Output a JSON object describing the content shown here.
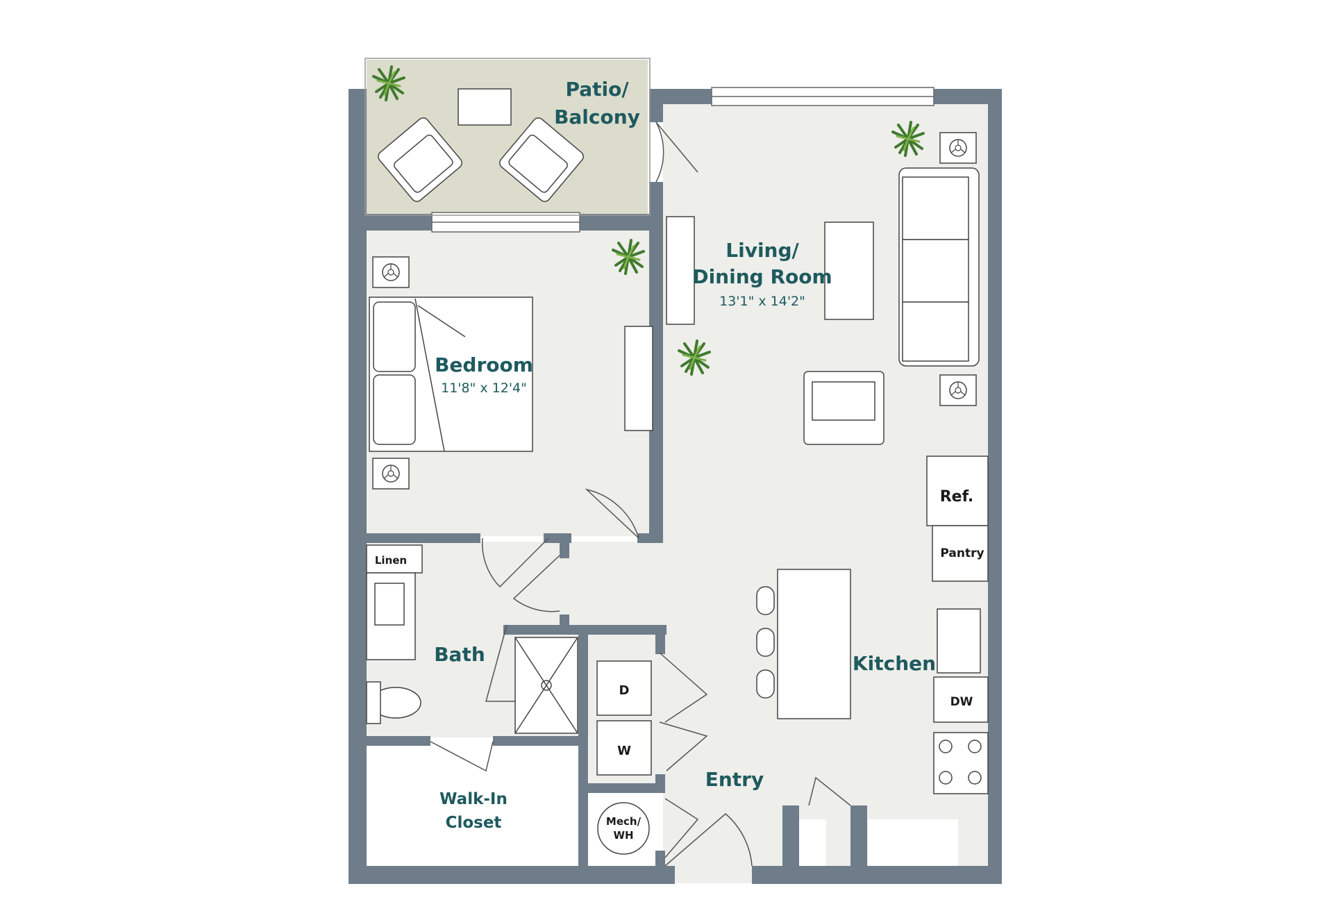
{
  "rooms": {
    "patio": {
      "line1": "Patio/",
      "line2": "Balcony"
    },
    "living": {
      "line1": "Living/",
      "line2": "Dining Room",
      "dims": "13'1\" x 14'2\""
    },
    "bedroom": {
      "name": "Bedroom",
      "dims": "11'8\" x 12'4\""
    },
    "bath": {
      "name": "Bath"
    },
    "kitchen": {
      "name": "Kitchen"
    },
    "entry": {
      "name": "Entry"
    },
    "closet": {
      "line1": "Walk-In",
      "line2": "Closet"
    }
  },
  "fixtures": {
    "linen": "Linen",
    "ref": "Ref.",
    "pantry": "Pantry",
    "dw": "DW",
    "dryer": "D",
    "washer": "W",
    "mech_line1": "Mech/",
    "mech_line2": "WH"
  },
  "colors": {
    "wall": "#6e7d89",
    "floor": "#eeeeeb",
    "patio_floor": "#dcdccd",
    "label": "#1e5a5e",
    "plant": "#3f7a2c"
  }
}
